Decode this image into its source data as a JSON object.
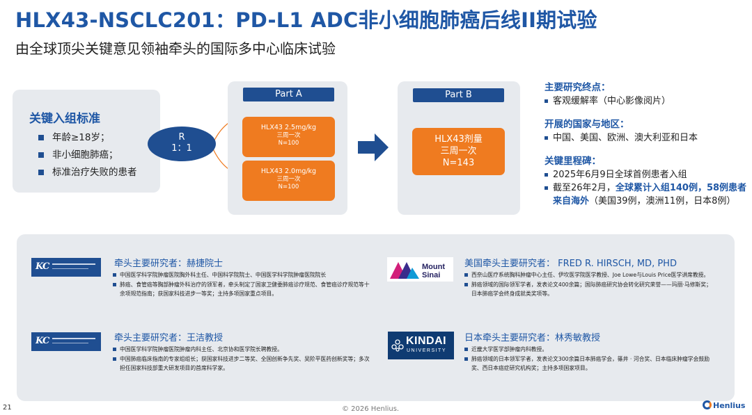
{
  "header": {
    "title": "HLX43-NSCLC201：PD-L1 ADC非小细胞肺癌后线II期试验",
    "subtitle": "由全球顶尖关键意见领袖牵头的国际多中心临床试验"
  },
  "criteria": {
    "title": "关键入组标准",
    "items": [
      "年龄≥18岁；",
      "非小细胞肺癌；",
      "标准治疗失败的患者"
    ]
  },
  "randomization": {
    "line1": "R",
    "line2": "1：1"
  },
  "part_a": {
    "label": "Part A",
    "arms": [
      {
        "dose": "HLX43 2.5mg/kg",
        "schedule": "三周一次",
        "n": "N=100"
      },
      {
        "dose": "HLX43 2.0mg/kg",
        "schedule": "三周一次",
        "n": "N=100"
      }
    ]
  },
  "part_b": {
    "label": "Part B",
    "dose": "HLX43剂量",
    "schedule": "三周一次",
    "n": "N=143"
  },
  "info": {
    "endpoint_title": "主要研究终点：",
    "endpoint": "客观缓解率（中心影像阅片）",
    "regions_title": "开展的国家与地区：",
    "regions": "中国、美国、欧洲、澳大利亚和日本",
    "milestones_title": "关键里程碑：",
    "milestone1": "2025年6月9日全球首例患者入组",
    "milestone2_pre": "截至26年2月，",
    "milestone2_bold": "全球累计入组140例，58例患者来自海外",
    "milestone2_post": "（美国39例，澳洲11例，日本8例）"
  },
  "investigators": [
    {
      "heading": "牵头主要研究者：赫捷院士",
      "items": [
        "中国医学科学院肿瘤医院胸外科主任、中国科学院院士、中国医学科学院肿瘤医院院长",
        "肺癌、食管癌等胸部肿瘤外科治疗的领军者，牵头制定了国家卫健委肺癌诊疗规范、食管癌诊疗规范等十余项规范指南；获国家科技进步一等奖；主持多项国家重点项目。"
      ]
    },
    {
      "heading": "牵头主要研究者：王洁教授",
      "items": [
        "中国医学科学院肿瘤医院肿瘤内科主任、北京协和医学院长聘教授。",
        "中国肺癌临床指南的专家组组长；获国家科技进步二等奖、全国创新争先奖、吴阶平医药创新奖等；多次担任国家科技部重大研发项目的首席科学家。"
      ]
    },
    {
      "heading": "美国牵头主要研究者： FRED R. HIRSCH, MD, PHD",
      "items": [
        "西奈山医疗系统胸科肿瘤中心主任、伊坎医学院医学教授、Joe Lowe与Louis Price医学讲席教授。",
        "肺癌领域的国际领军学者，发表论文400余篇；国际肺癌研究协会转化研究荣誉——玛丽·马修斯奖；日本肺癌学会终身成就类奖项等。"
      ]
    },
    {
      "heading": "日本牵头主要研究者：林秀敏教授",
      "items": [
        "近畿大学医学部肿瘤内科教授。",
        "肺癌领域的日本领军学者，发表论文300余篇日本肺癌学会，篠井 · 河合奖、日本临床肿瘤学会鼓励奖、西日本癌症研究机构奖；主持多项国家项目。"
      ]
    }
  ],
  "logos": {
    "sinai_line1": "Mount",
    "sinai_line2": "Sinai",
    "kindai_main": "KINDAI",
    "kindai_sub": "UNIVERSITY"
  },
  "footer": {
    "page": "21",
    "copyright": "© 2026 Henlius.",
    "brand": "Henlius"
  }
}
